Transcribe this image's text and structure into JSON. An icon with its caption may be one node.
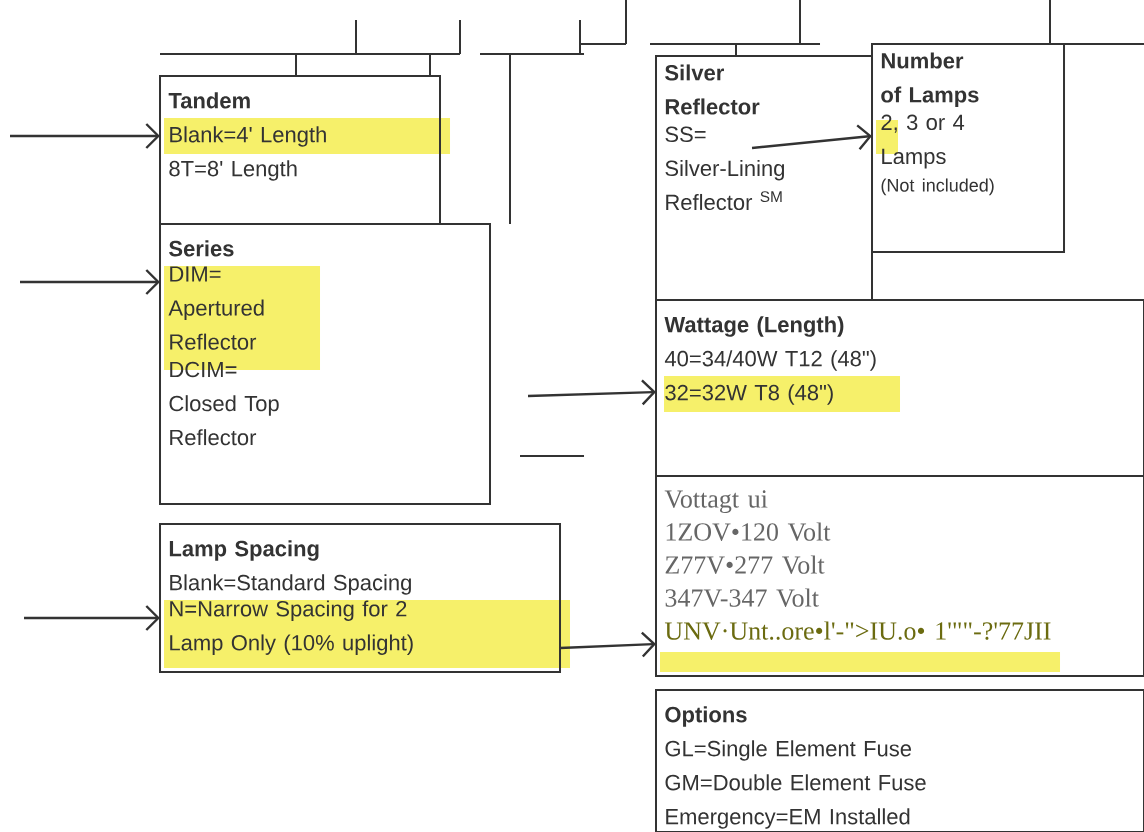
{
  "diagram": {
    "nodes": [
      {
        "text": [
          "Tandem",
          "Blank=4' Length",
          "8T=8' Length"
        ]
      },
      {
        "text": [
          "Series",
          "DIM= Apertured Reflector",
          "DCIM= Closed Top Reflector"
        ]
      },
      {
        "text": [
          "Lamp Spacing",
          "Blank=Standard Spacing",
          "N=Narrow Spacing for 2 Lamp Only (10% uplight)"
        ]
      },
      {
        "text": [
          "Silver Reflector",
          "SS= Silver-Lining Reflector $^{SM}$"
        ]
      },
      {
        "text": [
          "Number of Lamps",
          "2, 3 or 4 Lamps",
          "(Not included)"
        ]
      },
      {
        "text": [
          "Wattage (Length)",
          "40=34/40W T12 (48\")",
          "32=32W T8 (48\")"
        ]
      },
      {
        "text": [
          "Vottagt ui",
          "1ZOV•120 Volt",
          "Z77V•277 Volt",
          "347V-347 Volt",
          "UNV·Unt..ore•l'-\">IU.o• 1'\"\"-?'77JII"
        ]
      },
      {
        "text": [
          "Options",
          "GL=Single Element Fuse",
          "GM=Double Element Fuse",
          "Emergency=EM Installed"
        ]
      }
    ],
    "edges": [
      {
        "from": null,
        "to": 0,
        "arrow": "to"
      },
      {
        "from": null,
        "to": 1,
        "arrow": "to"
      },
      {
        "from": null,
        "to": 2,
        "arrow": "to"
      },
      {
        "from": 3,
        "to": 4,
        "arrow": "to"
      },
      {
        "from": null,
        "to": 5,
        "arrow": "to"
      },
      {
        "from": 2,
        "to": 6,
        "arrow": "to"
      }
    ]
  }
}
